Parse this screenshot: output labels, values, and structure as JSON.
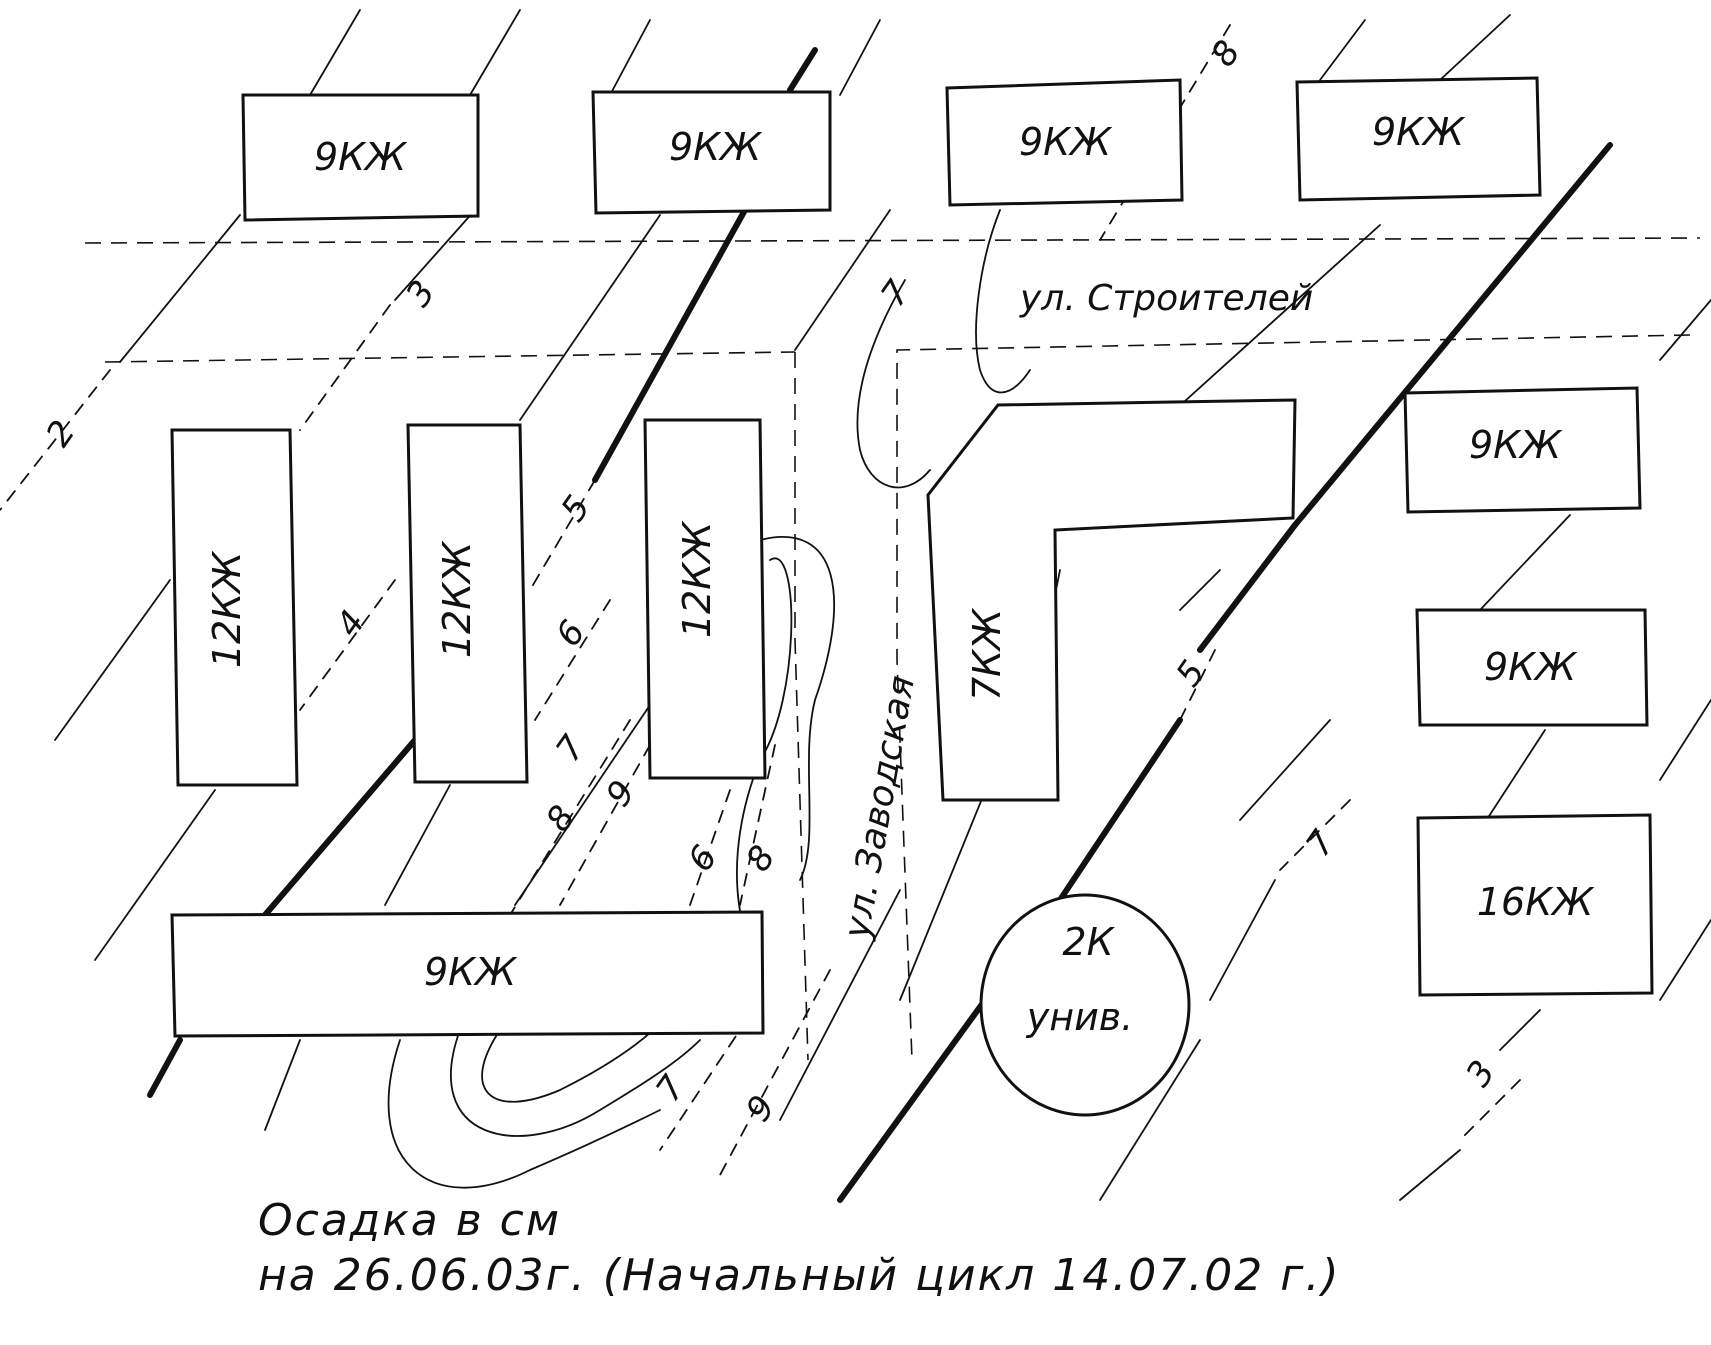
{
  "map": {
    "buildings": [
      {
        "id": "b1",
        "label": "9КЖ"
      },
      {
        "id": "b2",
        "label": "9КЖ"
      },
      {
        "id": "b3",
        "label": "9КЖ"
      },
      {
        "id": "b4",
        "label": "9КЖ"
      },
      {
        "id": "b5",
        "label": "12КЖ"
      },
      {
        "id": "b6",
        "label": "12КЖ"
      },
      {
        "id": "b7",
        "label": "12КЖ"
      },
      {
        "id": "b8",
        "label": "7КЖ"
      },
      {
        "id": "b9",
        "label": "9КЖ"
      },
      {
        "id": "b10",
        "label": "9КЖ"
      },
      {
        "id": "b11",
        "label": "9КЖ"
      },
      {
        "id": "b12",
        "label": "16КЖ"
      },
      {
        "id": "b13",
        "label": "2К",
        "label2": "унив."
      }
    ],
    "isolines": [
      "2",
      "3",
      "4",
      "5",
      "6",
      "7",
      "8",
      "9",
      "6",
      "8",
      "7",
      "9",
      "8",
      "7",
      "5",
      "7",
      "3"
    ],
    "streets": {
      "stroiteley": "ул. Строителей",
      "zavodskaya": "ул. Заводская"
    },
    "caption": {
      "line1": "Осадка в см",
      "line2": "на 26.06.03г. (Начальный цикл 14.07.02 г.)"
    }
  }
}
